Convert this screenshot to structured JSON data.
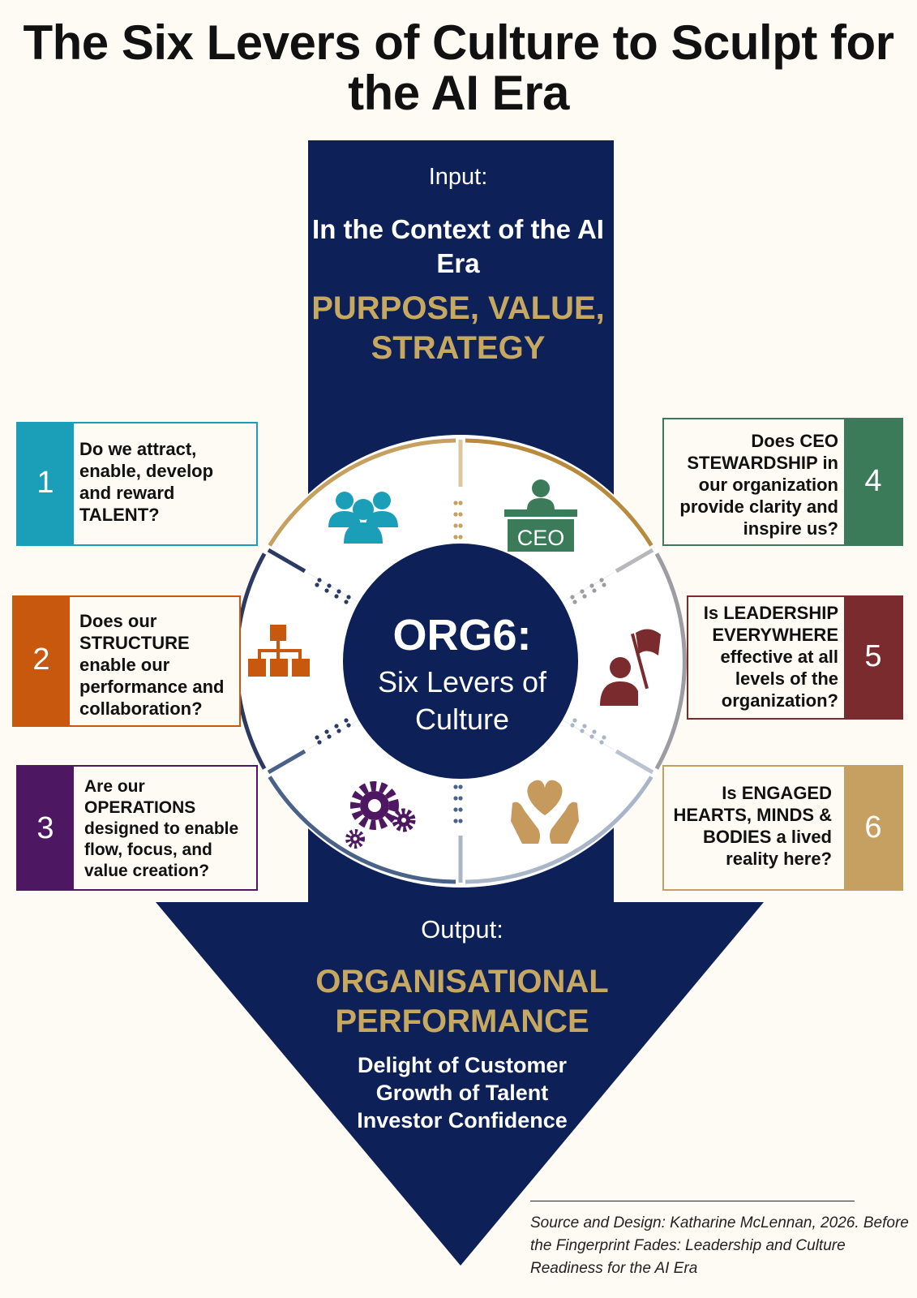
{
  "title": "The Six Levers of Culture to Sculpt for the AI Era",
  "colors": {
    "navy": "#0d2158",
    "gold": "#c6a860",
    "background": "#fdfbf4",
    "lever1": "#1b9fb8",
    "lever2": "#c8580e",
    "lever3": "#4e1762",
    "lever4": "#3b7b5a",
    "lever5": "#7a2b2d",
    "lever6": "#c6a060"
  },
  "input": {
    "label": "Input:",
    "context": "In the Context of the AI Era",
    "emphasis": "PURPOSE, VALUE, STRATEGY"
  },
  "core": {
    "heading": "ORG6:",
    "subheading": "Six Levers of Culture"
  },
  "levers": [
    {
      "number": "1",
      "question": "Do we attract, enable, develop and reward TALENT?",
      "icon": "people-group-icon"
    },
    {
      "number": "2",
      "question": "Does our STRUCTURE enable our performance and collaboration?",
      "icon": "org-chart-icon"
    },
    {
      "number": "3",
      "question": "Are our OPERATIONS designed to enable flow, focus, and value creation?",
      "icon": "gears-icon"
    },
    {
      "number": "4",
      "question": "Does CEO STEWARDSHIP in our organization provide clarity and inspire us?",
      "icon": "ceo-podium-icon",
      "icon_text": "CEO"
    },
    {
      "number": "5",
      "question": "Is LEADERSHIP EVERYWHERE effective at all levels of the organization?",
      "icon": "person-with-flag-icon"
    },
    {
      "number": "6",
      "question": "Is ENGAGED HEARTS, MINDS & BODIES a lived reality here?",
      "icon": "heart-in-hands-icon"
    }
  ],
  "output": {
    "label": "Output:",
    "title": "ORGANISATIONAL PERFORMANCE",
    "items": [
      "Delight of Customer",
      "Growth of Talent",
      "Investor Confidence"
    ]
  },
  "source": "Source and Design: Katharine McLennan, 2026. Before the Fingerprint Fades: Leadership and Culture Readiness for the AI Era"
}
